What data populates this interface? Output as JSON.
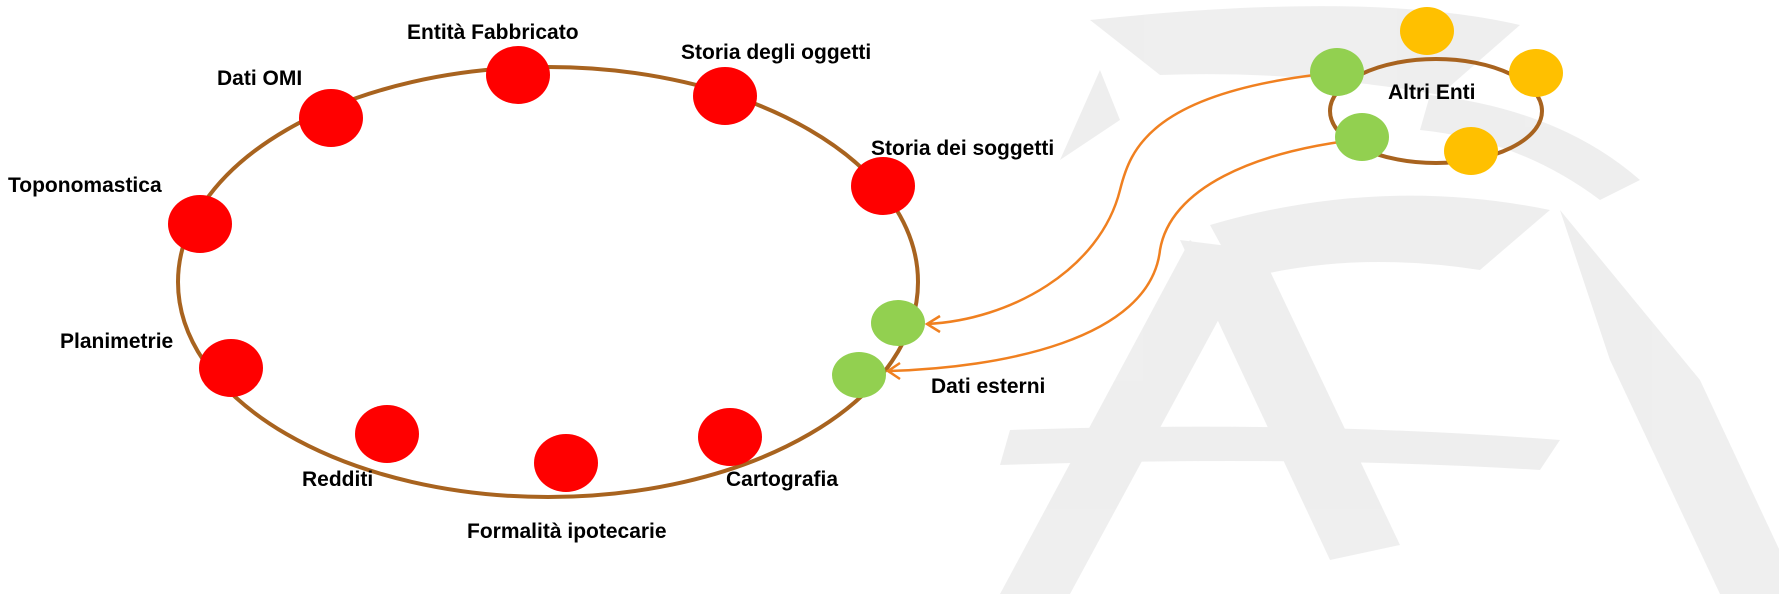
{
  "main_cycle": {
    "nodes": [
      {
        "label": "Entità Fabbricato",
        "color": "#ff0000"
      },
      {
        "label": "Storia degli oggetti",
        "color": "#ff0000"
      },
      {
        "label": "Storia dei soggetti",
        "color": "#ff0000"
      },
      {
        "label": "Dati OMI",
        "color": "#ff0000"
      },
      {
        "label": "Toponomastica",
        "color": "#ff0000"
      },
      {
        "label": "Planimetrie",
        "color": "#ff0000"
      },
      {
        "label": "Redditi",
        "color": "#ff0000"
      },
      {
        "label": "Formalità ipotecarie",
        "color": "#ff0000"
      },
      {
        "label": "Cartografia",
        "color": "#ff0000"
      }
    ],
    "external_label": "Dati esterni",
    "ring_color": "#a8631f",
    "external_color": "#92d050"
  },
  "other_entities": {
    "label": "Altri Enti",
    "node_color": "#ffc000",
    "link_color": "#92d050"
  },
  "connector_color": "#f08020"
}
